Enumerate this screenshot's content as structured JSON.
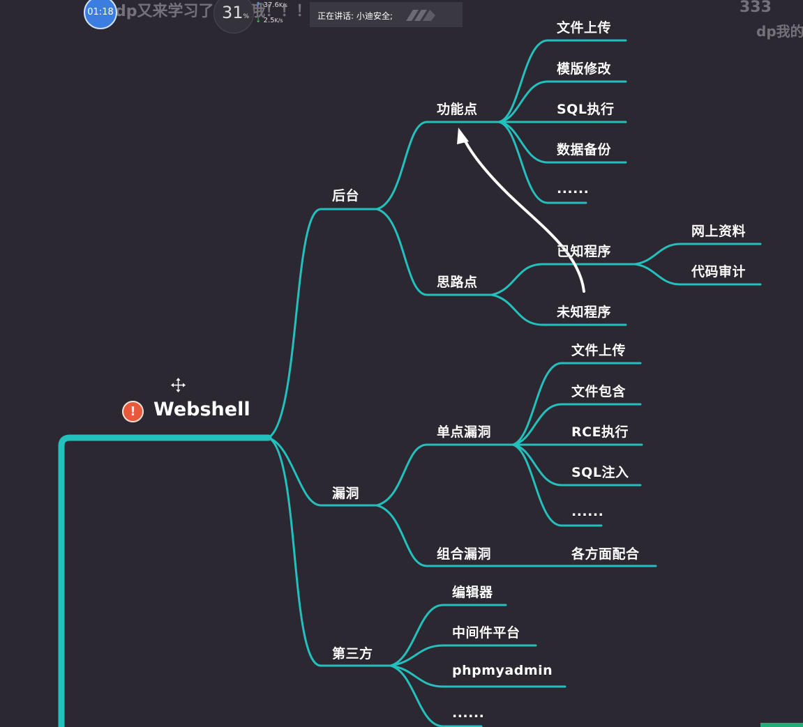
{
  "overlay": {
    "timer": "01:18",
    "danmaku_1": "dp又来学习了   加油哦！！！！",
    "danmaku_2": "333",
    "danmaku_3": "dp我的",
    "net_percent": "31",
    "net_percent_unit": "%",
    "upload_speed": "37.6",
    "download_speed": "2.5",
    "speed_unit": "K/s",
    "speaking": "正在讲话: 小迪安全;"
  },
  "mindmap": {
    "root": "Webshell",
    "root_badge": "!",
    "backend": {
      "label": "后台",
      "features": {
        "label": "功能点",
        "items": [
          "文件上传",
          "模版修改",
          "SQL执行",
          "数据备份",
          "......"
        ]
      },
      "ideas": {
        "label": "思路点",
        "known": {
          "label": "已知程序",
          "items": [
            "网上资料",
            "代码审计"
          ]
        },
        "unknown": "未知程序"
      }
    },
    "vuln": {
      "label": "漏洞",
      "single": {
        "label": "单点漏洞",
        "items": [
          "文件上传",
          "文件包含",
          "RCE执行",
          "SQL注入",
          "......"
        ]
      },
      "combo": {
        "label": "组合漏洞",
        "item": "各方面配合"
      }
    },
    "third": {
      "label": "第三方",
      "items": [
        "编辑器",
        "中间件平台",
        "phpmyadmin",
        "......"
      ]
    },
    "colors": {
      "branch": "#24c0be",
      "background": "#2c2831",
      "arrow": "#ffffff",
      "badge": "#e8583a"
    }
  }
}
